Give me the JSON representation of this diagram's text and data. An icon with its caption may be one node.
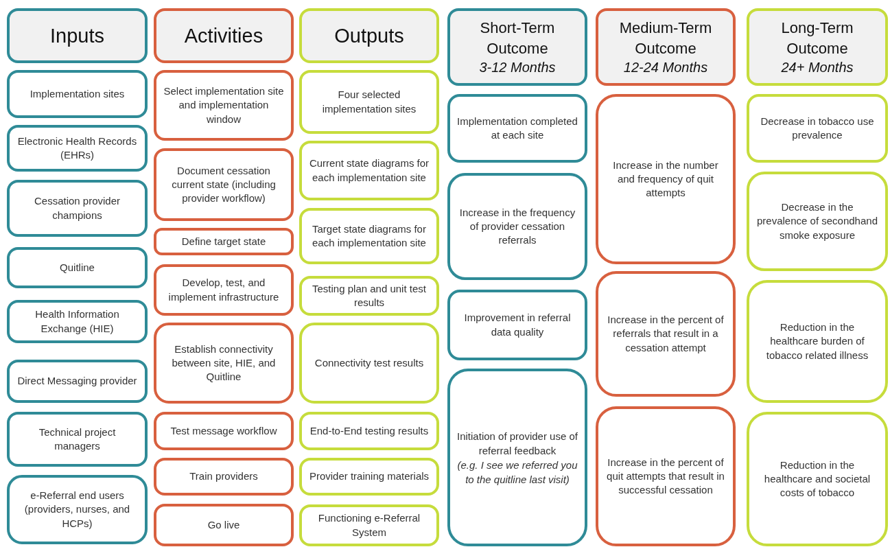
{
  "diagram": {
    "nodes": [
      {
        "text": [
          "Inputs"
        ]
      },
      {
        "text": [
          "Implementation sites"
        ]
      },
      {
        "text": [
          "Electronic Health Records (EHRs)"
        ]
      },
      {
        "text": [
          "Cessation provider champions"
        ]
      },
      {
        "text": [
          "Quitline"
        ]
      },
      {
        "text": [
          "Health Information Exchange (HIE)"
        ]
      },
      {
        "text": [
          "Direct Messaging provider"
        ]
      },
      {
        "text": [
          "Technical project managers"
        ]
      },
      {
        "text": [
          "e-Referral end users (providers, nurses, and HCPs)"
        ]
      },
      {
        "text": [
          "Activities"
        ]
      },
      {
        "text": [
          "Select implementation site and implementation window"
        ]
      },
      {
        "text": [
          "Document cessation current state (including provider workflow)"
        ]
      },
      {
        "text": [
          "Define target state"
        ]
      },
      {
        "text": [
          "Develop, test, and implement infrastructure"
        ]
      },
      {
        "text": [
          "Establish connectivity between site, HIE, and Quitline"
        ]
      },
      {
        "text": [
          "Test message workflow"
        ]
      },
      {
        "text": [
          "Train providers"
        ]
      },
      {
        "text": [
          "Go live"
        ]
      },
      {
        "text": [
          "Outputs"
        ]
      },
      {
        "text": [
          "Four selected implementation sites"
        ]
      },
      {
        "text": [
          "Current state diagrams for each implementation site"
        ]
      },
      {
        "text": [
          "Target state diagrams for each implementation site"
        ]
      },
      {
        "text": [
          "Testing plan and unit test results"
        ]
      },
      {
        "text": [
          "Connectivity test results"
        ]
      },
      {
        "text": [
          "End-to-End testing results"
        ]
      },
      {
        "text": [
          "Provider training materials"
        ]
      },
      {
        "text": [
          "Functioning e-Referral System"
        ]
      },
      {
        "text": [
          "Short-Term Outcome",
          "3-12 Months"
        ]
      },
      {
        "text": [
          "Implementation completed at each site"
        ]
      },
      {
        "text": [
          "Increase in the frequency of provider cessation referrals"
        ]
      },
      {
        "text": [
          "Improvement in referral data quality"
        ]
      },
      {
        "text": [
          "Initiation of provider use of referral feedback",
          "(e.g. I see we referred you to the quitline last visit)"
        ]
      },
      {
        "text": [
          "Medium-Term Outcome",
          "12-24 Months"
        ]
      },
      {
        "text": [
          "Increase in the number and frequency of quit attempts"
        ]
      },
      {
        "text": [
          "Increase in the percent of referrals that result in a cessation attempt"
        ]
      },
      {
        "text": [
          "Increase in the percent of quit attempts that result in successful cessation"
        ]
      },
      {
        "text": [
          "Long-Term Outcome",
          "24+ Months"
        ]
      },
      {
        "text": [
          "Decrease in tobacco use prevalence"
        ]
      },
      {
        "text": [
          "Decrease in the prevalence of secondhand smoke exposure"
        ]
      },
      {
        "text": [
          "Reduction in the healthcare burden of tobacco related illness"
        ]
      },
      {
        "text": [
          "Reduction in the healthcare and societal costs of tobacco"
        ]
      }
    ]
  }
}
